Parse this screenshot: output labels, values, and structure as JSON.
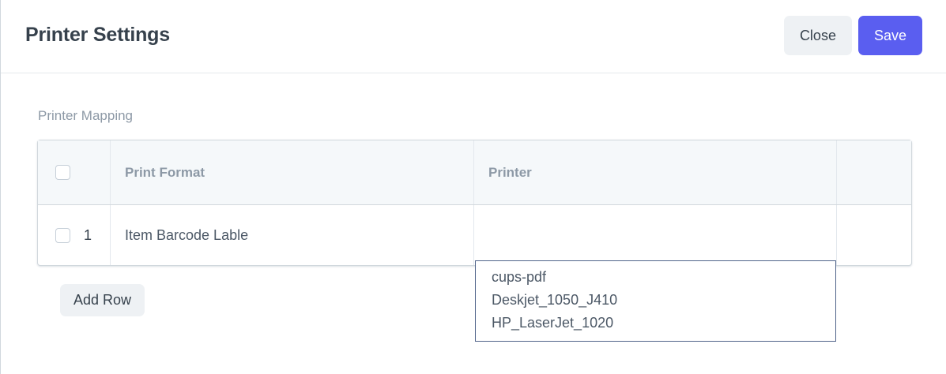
{
  "header": {
    "title": "Printer Settings",
    "close_label": "Close",
    "save_label": "Save",
    "primary_color": "#5a5ef0",
    "secondary_color": "#eef1f4"
  },
  "section": {
    "label": "Printer Mapping"
  },
  "table": {
    "columns": [
      "",
      "Print Format",
      "Printer",
      ""
    ],
    "rows": [
      {
        "index": "1",
        "print_format": "Item Barcode Lable",
        "printer": ""
      }
    ]
  },
  "dropdown": {
    "visible": true,
    "options": [
      "cups-pdf",
      "Deskjet_1050_J410",
      "HP_LaserJet_1020"
    ]
  },
  "actions": {
    "add_row_label": "Add Row"
  }
}
